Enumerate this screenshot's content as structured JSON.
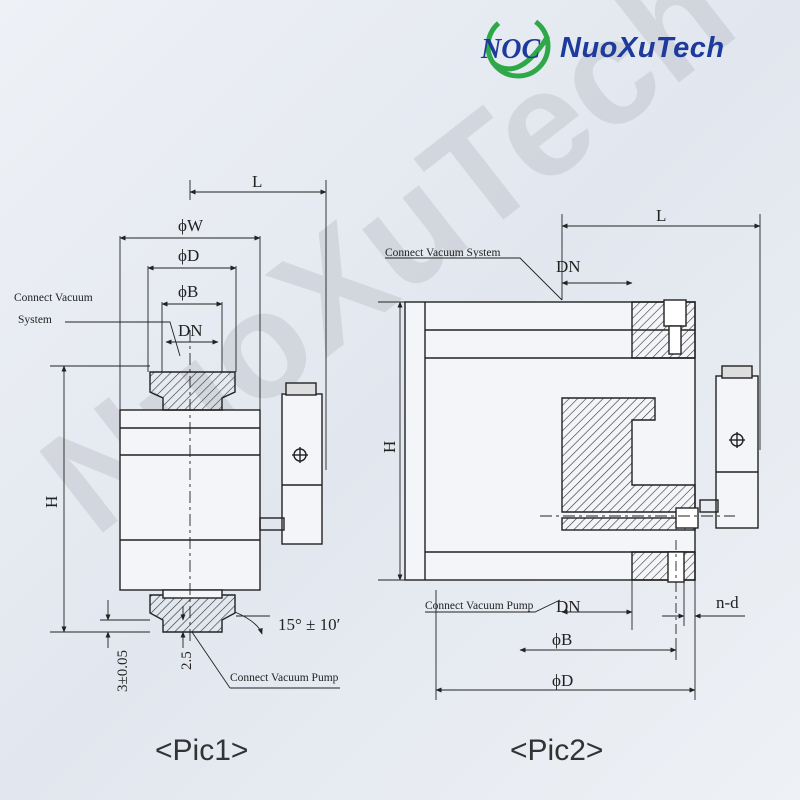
{
  "brand": {
    "logo_mark": "NOC",
    "name": "NuoXuTech",
    "watermark": "NuoXuTech",
    "colors": {
      "primary": "#1d3a9c",
      "accent": "#2fa84a"
    }
  },
  "pic1": {
    "caption": "<Pic1>",
    "dims": {
      "L": "L",
      "phiW": "ϕW",
      "phiD": "ϕD",
      "phiB": "ϕB",
      "DN": "DN",
      "H": "H"
    },
    "angle": "15° ± 10′",
    "dim_25": "2.5",
    "dim_305": "3±0.05",
    "label_system_1": "Connect Vacuum",
    "label_system_2": "System",
    "label_pump": "Connect Vacuum Pump"
  },
  "pic2": {
    "caption": "<Pic2>",
    "dims": {
      "L": "L",
      "DN_top": "DN",
      "H": "H",
      "DN_bottom": "DN",
      "phiB": "ϕB",
      "phiD": "ϕD",
      "nd": "n-d"
    },
    "label_system": "Connect Vacuum System",
    "label_pump": "Connect Vacuum Pump"
  }
}
